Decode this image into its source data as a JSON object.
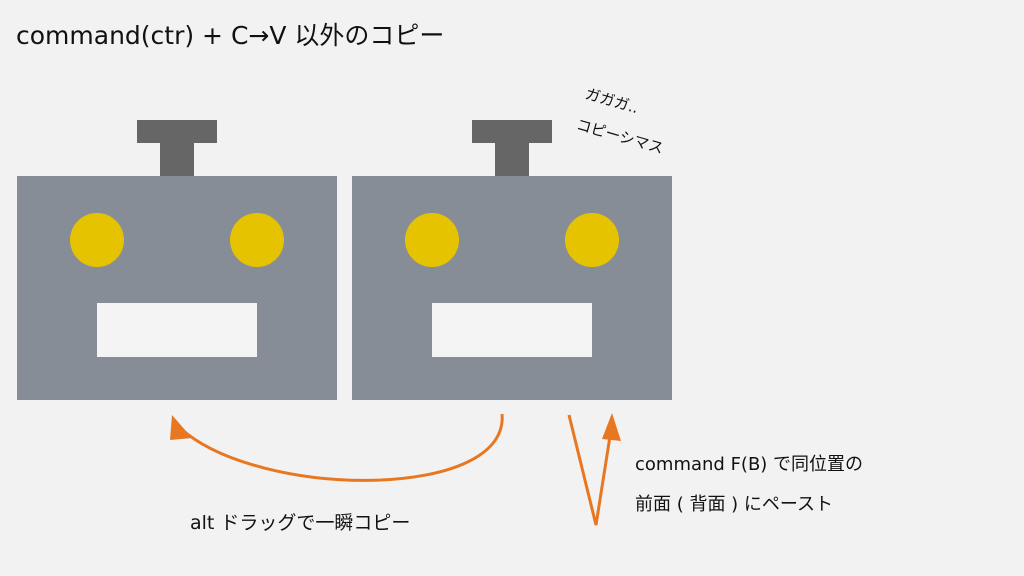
{
  "title": "command(ctr) + C→V 以外のコピー",
  "note": {
    "line1": "ガガガ..",
    "line2": "コピーシマス"
  },
  "alt_caption": "alt ドラッグで一瞬コピー",
  "command_caption": {
    "line1": "command F(B) で同位置の",
    "line2": "前面 ( 背面 ) にペースト"
  },
  "colors": {
    "robot_body": "#878d96",
    "antenna": "#666666",
    "eye": "#e6c300",
    "mouth": "#f4f4f4",
    "arrow": "#e87722"
  }
}
